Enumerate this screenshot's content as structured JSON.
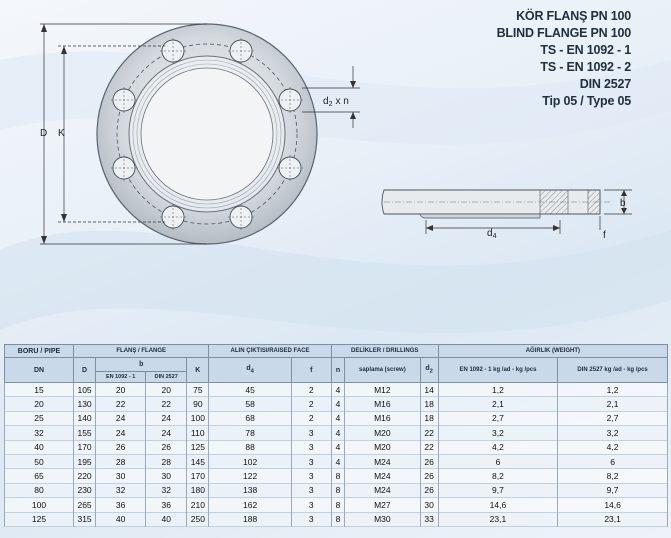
{
  "titles": [
    "KÖR FLANŞ PN 100",
    "BLIND FLANGE PN 100",
    "TS - EN 1092 - 1",
    "TS - EN 1092 - 2",
    "DIN 2527",
    "Tip 05 / Type 05"
  ],
  "drawing": {
    "label_d": "D",
    "label_k": "K",
    "label_d2": "d",
    "label_d2_sub": "2",
    "label_xn": "x n",
    "label_d4": "d",
    "label_d4_sub": "4",
    "label_b": "b",
    "label_f": "f"
  },
  "table": {
    "h_pipe": "BORU / PIPE",
    "h_flange": "FLANŞ / FLANGE",
    "h_raised": "ALIN ÇIKTISI/RAISED FACE",
    "h_drill": "DELİKLER / DRILLINGS",
    "h_weight": "AĞIRLIK (WEIGHT)",
    "h_dn": "DN",
    "h_D": "D",
    "h_b": "b",
    "h_K": "K",
    "h_d4": "d",
    "h_d4_sub": "4",
    "h_f": "f",
    "h_n": "n",
    "h_screw": "saplama (screw)",
    "h_d2": "d",
    "h_d2_sub": "2",
    "h_en": "EN 1092 - 1",
    "h_din": "DIN 2527",
    "h_w_en": "EN 1092 - 1 kg /ad - kg /pcs",
    "h_w_din": "DIN 2527 kg /ad - kg /pcs",
    "rows": [
      [
        "15",
        "105",
        "20",
        "20",
        "75",
        "45",
        "2",
        "4",
        "M12",
        "14",
        "1,2",
        "1,2"
      ],
      [
        "20",
        "130",
        "22",
        "22",
        "90",
        "58",
        "2",
        "4",
        "M16",
        "18",
        "2,1",
        "2,1"
      ],
      [
        "25",
        "140",
        "24",
        "24",
        "100",
        "68",
        "2",
        "4",
        "M16",
        "18",
        "2,7",
        "2,7"
      ],
      [
        "32",
        "155",
        "24",
        "24",
        "110",
        "78",
        "3",
        "4",
        "M20",
        "22",
        "3,2",
        "3,2"
      ],
      [
        "40",
        "170",
        "26",
        "26",
        "125",
        "88",
        "3",
        "4",
        "M20",
        "22",
        "4,2",
        "4,2"
      ],
      [
        "50",
        "195",
        "28",
        "28",
        "145",
        "102",
        "3",
        "4",
        "M24",
        "26",
        "6",
        "6"
      ],
      [
        "65",
        "220",
        "30",
        "30",
        "170",
        "122",
        "3",
        "8",
        "M24",
        "26",
        "8,2",
        "8,2"
      ],
      [
        "80",
        "230",
        "32",
        "32",
        "180",
        "138",
        "3",
        "8",
        "M24",
        "26",
        "9,7",
        "9,7"
      ],
      [
        "100",
        "265",
        "36",
        "36",
        "210",
        "162",
        "3",
        "8",
        "M27",
        "30",
        "14,6",
        "14,6"
      ],
      [
        "125",
        "315",
        "40",
        "40",
        "250",
        "188",
        "3",
        "8",
        "M30",
        "33",
        "23,1",
        "23,1"
      ]
    ]
  }
}
